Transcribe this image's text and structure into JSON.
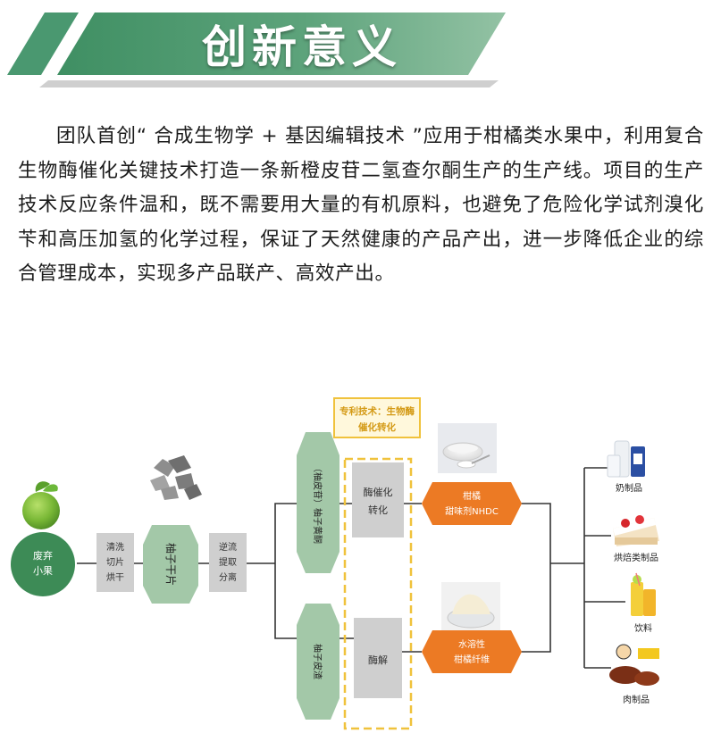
{
  "banner": {
    "title": "创新意义"
  },
  "intro": "团队首创“ 合成生物学 + 基因编辑技术 ”应用于柑橘类水果中，利用复合生物酶催化关键技术打造一条新橙皮苷二氢查尔酮生产的生产线。项目的生产技术反应条件温和，既不需要用大量的有机原料，也避免了危险化学试剂溴化苄和高压加氢的化学过程，保证了天然健康的产品产出，进一步降低企业的综合管理成本，实现多产品联产、高效产出。",
  "flow": {
    "patent_label": [
      "专利技术：生物酶",
      "催化转化"
    ],
    "source": [
      "废弃",
      "小果"
    ],
    "step_wash": [
      "清洗",
      "切片",
      "烘干"
    ],
    "dried_slice": "柚子干片",
    "step_extract": [
      "逆流",
      "提取",
      "分离"
    ],
    "peel_glycoside": "（柚皮苷）柚子黄酮",
    "peel_residue": "柚子皮渣",
    "enzyme_convert": [
      "酶催化",
      "转化"
    ],
    "enzymolysis": "酶解",
    "product_nhdc": [
      "柑橘",
      "甜味剂NHDC"
    ],
    "product_fiber": [
      "水溶性",
      "柑橘纤维"
    ],
    "apps": {
      "dairy": "奶制品",
      "bakery": "烘焙类制品",
      "drinks": "饮料",
      "meat": "肉制品"
    },
    "colors": {
      "green": "#a3c8a8",
      "green_dark": "#3f8a61",
      "gray": "#cfcfcf",
      "orange": "#ec7a24",
      "gold": "#f0c23c"
    }
  }
}
